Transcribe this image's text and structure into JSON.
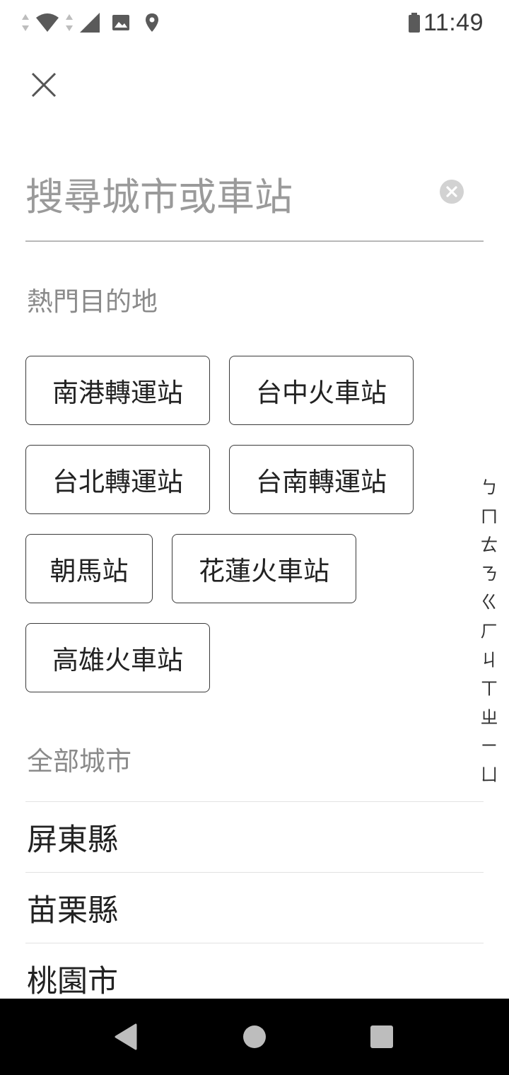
{
  "status_bar": {
    "time": "11:49",
    "icons": [
      "data-arrows-icon",
      "wifi-icon",
      "data-arrows-icon",
      "cell-signal-icon",
      "image-icon",
      "location-icon",
      "battery-icon"
    ]
  },
  "header": {
    "close_icon": "close-icon"
  },
  "search": {
    "placeholder": "搜尋城市或車站",
    "value": "",
    "clear_icon": "clear-icon"
  },
  "popular": {
    "title": "熱門目的地",
    "items": [
      {
        "label": "南港轉運站"
      },
      {
        "label": "台中火車站"
      },
      {
        "label": "台北轉運站"
      },
      {
        "label": "台南轉運站"
      },
      {
        "label": "朝馬站"
      },
      {
        "label": "花蓮火車站"
      },
      {
        "label": "高雄火車站"
      }
    ]
  },
  "all_cities": {
    "title": "全部城市",
    "items": [
      {
        "label": "屏東縣"
      },
      {
        "label": "苗栗縣"
      },
      {
        "label": "桃園市"
      }
    ]
  },
  "index_bar": {
    "letters": [
      "ㄅ",
      "ㄇ",
      "ㄊ",
      "ㄋ",
      "ㄍ",
      "ㄏ",
      "ㄐ",
      "ㄒ",
      "ㄓ",
      "ㄧ",
      "ㄩ"
    ]
  },
  "nav_bar": {
    "icons": [
      "back-icon",
      "home-icon",
      "recents-icon"
    ]
  },
  "colors": {
    "text_primary": "#222222",
    "text_secondary": "#8a8a8a",
    "placeholder": "#9a9a9a",
    "chip_border": "#3a3a3a",
    "nav_bar": "#000000"
  }
}
